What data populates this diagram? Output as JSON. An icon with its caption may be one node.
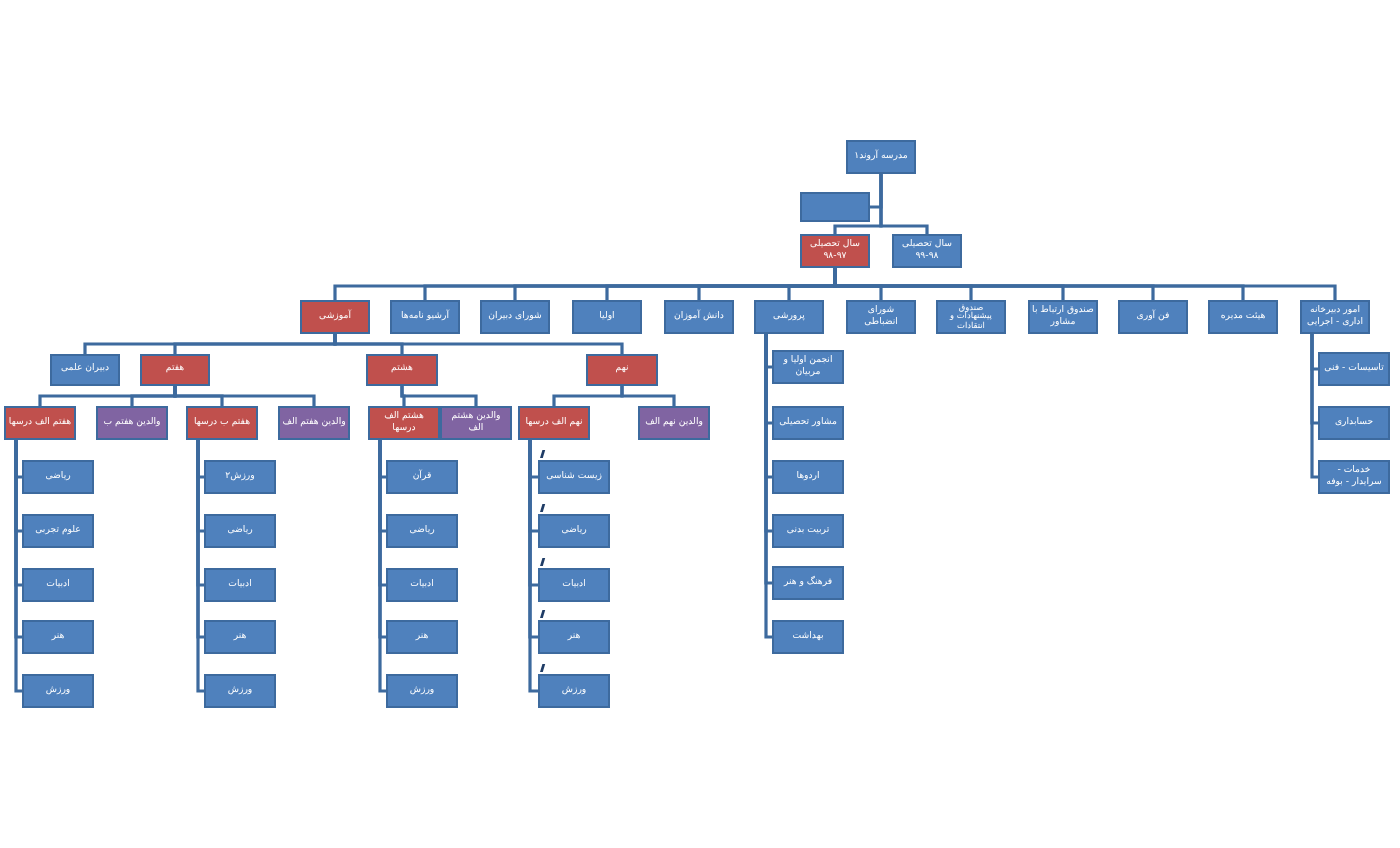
{
  "diagram": {
    "nodes": [
      {
        "text": [
          "مدرسه آروند۱"
        ]
      },
      {
        "text": [],
        "shape": "box"
      },
      {
        "text": [
          "سال تحصیلی ۹۷-۹۸"
        ]
      },
      {
        "text": [
          "سال تحصیلی ۹۸-۹۹"
        ]
      },
      {
        "text": [
          "آموزشی"
        ]
      },
      {
        "text": [
          "آرشیو نامه‌ها"
        ]
      },
      {
        "text": [
          "شورای دبیران"
        ]
      },
      {
        "text": [
          "اولیا"
        ]
      },
      {
        "text": [
          "دانش آموزان"
        ]
      },
      {
        "text": [
          "پرورشی"
        ]
      },
      {
        "text": [
          "شورای انضباطی"
        ]
      },
      {
        "text": [
          "صندوق پیشنهادات و انتقادات"
        ]
      },
      {
        "text": [
          "صندوق ارتباط با مشاور"
        ]
      },
      {
        "text": [
          "فن آوری"
        ]
      },
      {
        "text": [
          "هیئت مدیره"
        ]
      },
      {
        "text": [
          "امور دبیرخانه اداری - اجرایی"
        ]
      },
      {
        "text": [
          "دبیران علمی"
        ]
      },
      {
        "text": [
          "هفتم"
        ]
      },
      {
        "text": [
          "هشتم"
        ]
      },
      {
        "text": [
          "نهم"
        ]
      },
      {
        "text": [
          "هفتم الف درسها"
        ]
      },
      {
        "text": [
          "والدین هفتم ب"
        ]
      },
      {
        "text": [
          "هفتم ب درسها"
        ]
      },
      {
        "text": [
          "والدین هفتم الف"
        ]
      },
      {
        "text": [
          "هشتم الف درسها"
        ]
      },
      {
        "text": [
          "والدین هشتم الف"
        ]
      },
      {
        "text": [
          "نهم الف درسها"
        ]
      },
      {
        "text": [
          "والدین نهم الف"
        ]
      },
      {
        "text": [
          "ریاضی"
        ]
      },
      {
        "text": [
          "علوم تجربی"
        ]
      },
      {
        "text": [
          "ادبیات"
        ]
      },
      {
        "text": [
          "هنر"
        ]
      },
      {
        "text": [
          "ورزش"
        ]
      },
      {
        "text": [
          "ورزش۲"
        ]
      },
      {
        "text": [
          "ریاضی"
        ]
      },
      {
        "text": [
          "ادبیات"
        ]
      },
      {
        "text": [
          "هنر"
        ]
      },
      {
        "text": [
          "ورزش"
        ]
      },
      {
        "text": [
          "قرآن"
        ]
      },
      {
        "text": [
          "ریاضی"
        ]
      },
      {
        "text": [
          "ادبیات"
        ]
      },
      {
        "text": [
          "هنر"
        ]
      },
      {
        "text": [
          "ورزش"
        ]
      },
      {
        "text": [
          "زیست شناسی"
        ]
      },
      {
        "text": [
          "ریاضی"
        ]
      },
      {
        "text": [
          "ادبیات"
        ]
      },
      {
        "text": [
          "هنر"
        ]
      },
      {
        "text": [
          "ورزش"
        ]
      },
      {
        "text": [
          "انجمن اولیا و مربیان"
        ]
      },
      {
        "text": [
          "مشاور تحصیلی"
        ]
      },
      {
        "text": [
          "اردوها"
        ]
      },
      {
        "text": [
          "تربیت بدنی"
        ]
      },
      {
        "text": [
          "فرهنگ و هنر"
        ]
      },
      {
        "text": [
          "بهداشت"
        ]
      },
      {
        "text": [
          "تاسیسات - فنی"
        ]
      },
      {
        "text": [
          "حسابداری"
        ]
      },
      {
        "text": [
          "خدمات - سرایدار - بوفه"
        ]
      }
    ],
    "edges": [
      {
        "from": 0,
        "to": 1,
        "arrow": "none"
      },
      {
        "from": 0,
        "to": 2,
        "arrow": "none"
      },
      {
        "from": 0,
        "to": 3,
        "arrow": "none"
      },
      {
        "from": 2,
        "to": 4,
        "arrow": "none"
      },
      {
        "from": 2,
        "to": 5,
        "arrow": "none"
      },
      {
        "from": 2,
        "to": 6,
        "arrow": "none"
      },
      {
        "from": 2,
        "to": 7,
        "arrow": "none"
      },
      {
        "from": 2,
        "to": 8,
        "arrow": "none"
      },
      {
        "from": 2,
        "to": 9,
        "arrow": "none"
      },
      {
        "from": 2,
        "to": 10,
        "arrow": "none"
      },
      {
        "from": 2,
        "to": 11,
        "arrow": "none"
      },
      {
        "from": 2,
        "to": 12,
        "arrow": "none"
      },
      {
        "from": 2,
        "to": 13,
        "arrow": "none"
      },
      {
        "from": 2,
        "to": 14,
        "arrow": "none"
      },
      {
        "from": 2,
        "to": 15,
        "arrow": "none"
      },
      {
        "from": 4,
        "to": 16,
        "arrow": "none"
      },
      {
        "from": 4,
        "to": 17,
        "arrow": "none"
      },
      {
        "from": 4,
        "to": 18,
        "arrow": "none"
      },
      {
        "from": 4,
        "to": 19,
        "arrow": "none"
      },
      {
        "from": 17,
        "to": 20,
        "arrow": "none"
      },
      {
        "from": 17,
        "to": 21,
        "arrow": "none"
      },
      {
        "from": 17,
        "to": 22,
        "arrow": "none"
      },
      {
        "from": 17,
        "to": 23,
        "arrow": "none"
      },
      {
        "from": 18,
        "to": 24,
        "arrow": "none"
      },
      {
        "from": 18,
        "to": 25,
        "arrow": "none"
      },
      {
        "from": 19,
        "to": 26,
        "arrow": "none"
      },
      {
        "from": 19,
        "to": 27,
        "arrow": "none"
      },
      {
        "from": 20,
        "to": 28,
        "arrow": "none"
      },
      {
        "from": 20,
        "to": 29,
        "arrow": "none"
      },
      {
        "from": 20,
        "to": 30,
        "arrow": "none"
      },
      {
        "from": 20,
        "to": 31,
        "arrow": "none"
      },
      {
        "from": 20,
        "to": 32,
        "arrow": "none"
      },
      {
        "from": 22,
        "to": 33,
        "arrow": "none"
      },
      {
        "from": 22,
        "to": 34,
        "arrow": "none"
      },
      {
        "from": 22,
        "to": 35,
        "arrow": "none"
      },
      {
        "from": 22,
        "to": 36,
        "arrow": "none"
      },
      {
        "from": 22,
        "to": 37,
        "arrow": "none"
      },
      {
        "from": 24,
        "to": 38,
        "arrow": "none"
      },
      {
        "from": 24,
        "to": 39,
        "arrow": "none"
      },
      {
        "from": 24,
        "to": 40,
        "arrow": "none"
      },
      {
        "from": 24,
        "to": 41,
        "arrow": "none"
      },
      {
        "from": 24,
        "to": 42,
        "arrow": "none"
      },
      {
        "from": 26,
        "to": 43,
        "arrow": "none"
      },
      {
        "from": 26,
        "to": 44,
        "arrow": "none"
      },
      {
        "from": 26,
        "to": 45,
        "arrow": "none"
      },
      {
        "from": 26,
        "to": 46,
        "arrow": "none"
      },
      {
        "from": 26,
        "to": 47,
        "arrow": "none"
      },
      {
        "from": 9,
        "to": 48,
        "arrow": "none"
      },
      {
        "from": 9,
        "to": 49,
        "arrow": "none"
      },
      {
        "from": 9,
        "to": 50,
        "arrow": "none"
      },
      {
        "from": 9,
        "to": 51,
        "arrow": "none"
      },
      {
        "from": 9,
        "to": 52,
        "arrow": "none"
      },
      {
        "from": 9,
        "to": 53,
        "arrow": "none"
      },
      {
        "from": 15,
        "to": 54,
        "arrow": "none"
      },
      {
        "from": 15,
        "to": 55,
        "arrow": "none"
      },
      {
        "from": 15,
        "to": 56,
        "arrow": "none"
      }
    ]
  }
}
